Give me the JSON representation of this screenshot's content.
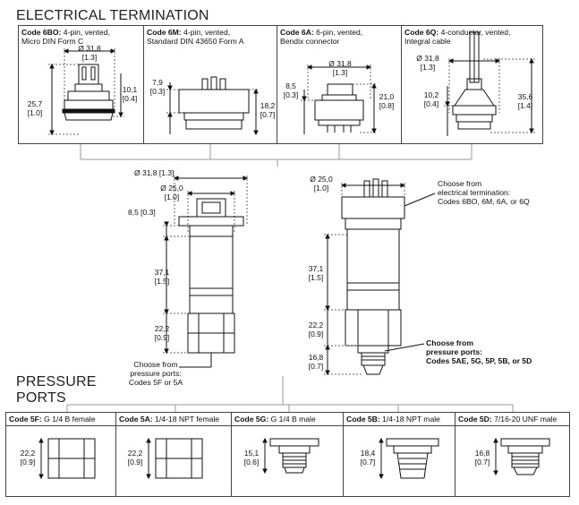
{
  "electrical": {
    "title": "ELECTRICAL TERMINATION",
    "boxes": [
      {
        "code": "Code 6BO:",
        "line1": " 4-pin, vented,",
        "line2": "Micro DIN Form C"
      },
      {
        "code": "Code 6M:",
        "line1": " 4-pin, vented,",
        "line2": "Standard DIN 43650 Form A"
      },
      {
        "code": "Code 6A:",
        "line1": " 6-pin, vented,",
        "line2": "Bendix connector"
      },
      {
        "code": "Code 6Q:",
        "line1": " 4-conductor, vented,",
        "line2": "Integral cable"
      }
    ],
    "dims": {
      "b1_dia": "Ø 31,8",
      "b1_dia_in": "[1.3]",
      "b1_h": "25,7",
      "b1_h_in": "[1.0]",
      "b1_r": "10,1",
      "b1_r_in": "[0.4]",
      "b2_l": "7,9",
      "b2_l_in": "[0.3]",
      "b2_r": "18,2",
      "b2_r_in": "[0.7]",
      "b3_dia": "Ø 31,8",
      "b3_dia_in": "[1.3]",
      "b3_l": "8,5",
      "b3_l_in": "[0.3]",
      "b3_r": "21,0",
      "b3_r_in": "[0.8]",
      "b4_dia": "Ø 31,8",
      "b4_dia_in": "[1.3]",
      "b4_l": "10,2",
      "b4_l_in": "[0.4]",
      "b4_r": "35,6",
      "b4_r_in": "[1.4]"
    }
  },
  "main_left": {
    "dia_outer": "Ø 31,8 [1.3]",
    "dia_inner": "Ø 25,0",
    "dia_inner_in": "[1.0]",
    "top": "8,5 [0.3]",
    "mid": "37,1",
    "mid_in": "[1.5]",
    "bottom": "22,2",
    "bottom_in": "[0.9]",
    "note1": "Choose from",
    "note2": "pressure ports:",
    "note3": "Codes 5F or 5A"
  },
  "main_right": {
    "dia": "Ø 25,0",
    "dia_in": "[1.0]",
    "mid": "37,1",
    "mid_in": "[1.5]",
    "lower": "22,2",
    "lower_in": "[0.9]",
    "bottom": "16,8",
    "bottom_in": "[0.7]",
    "note_top1": "Choose from",
    "note_top2": "electrical termination:",
    "note_top3": "Codes 6BO, 6M, 6A, or 6Q",
    "note_bot1": "Choose from",
    "note_bot2": "pressure ports:",
    "note_bot3": "Codes 5AE, 5G, 5P, 5B, or 5D"
  },
  "pressure": {
    "title1": "PRESSURE",
    "title2": "PORTS",
    "boxes": [
      {
        "code": "Code 5F:",
        "desc": " G 1/4 B female",
        "dim": "22,2",
        "dim_in": "[0.9]"
      },
      {
        "code": "Code 5A:",
        "desc": " 1/4-18 NPT female",
        "dim": "22,2",
        "dim_in": "[0.9]"
      },
      {
        "code": "Code 5G:",
        "desc": " G 1/4 B male",
        "dim": "15,1",
        "dim_in": "[0.6]"
      },
      {
        "code": "Code 5B:",
        "desc": " 1/4-18 NPT male",
        "dim": "18,4",
        "dim_in": "[0.7]"
      },
      {
        "code": "Code 5D:",
        "desc": " 7/16-20 UNF male",
        "dim": "16,8",
        "dim_in": "[0.7]"
      }
    ]
  }
}
